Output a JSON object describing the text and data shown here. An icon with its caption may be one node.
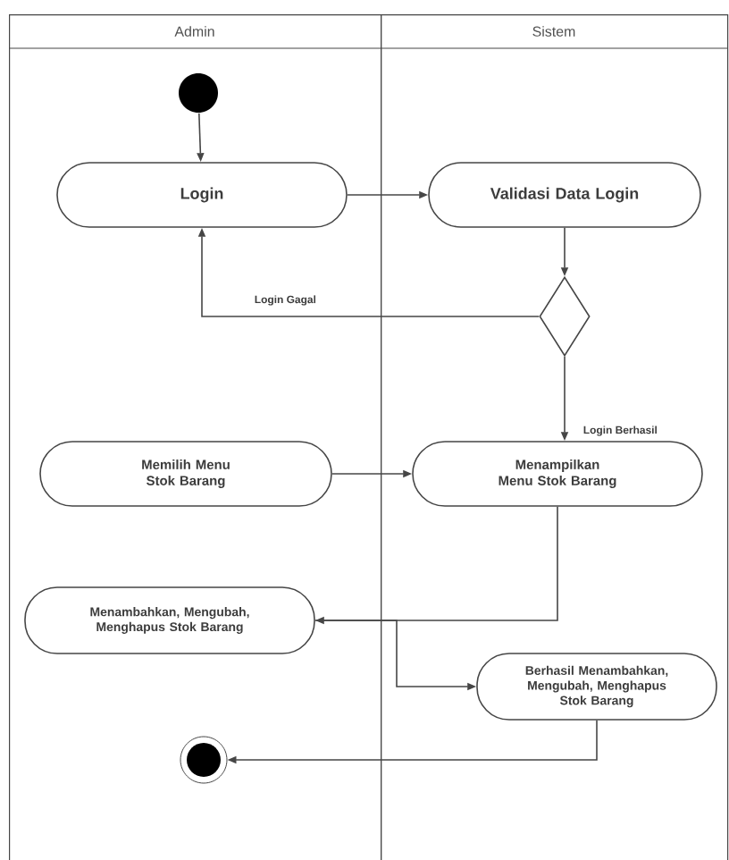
{
  "diagram": {
    "nodes": [
      {
        "text": [
          "Admin"
        ]
      },
      {
        "text": [
          "Sistem"
        ]
      },
      {
        "text": [],
        "shape": "circle",
        "in": 0
      },
      {
        "text": [
          "Login"
        ],
        "in": 0
      },
      {
        "text": [
          "Validasi Data Login"
        ],
        "in": 1
      },
      {
        "text": [],
        "shape": "diamond",
        "in": 1
      },
      {
        "text": [
          "Memilih Menu Stok Barang"
        ],
        "in": 0
      },
      {
        "text": [
          "Menampilkan Menu Stok Barang"
        ],
        "in": 1
      },
      {
        "text": [
          "Menambahkan, Mengubah, Menghapus Stok Barang"
        ],
        "in": 0
      },
      {
        "text": [
          "Berhasil Menambahkan, Mengubah, Menghapus Stok Barang"
        ],
        "in": 1
      },
      {
        "text": [],
        "shape": "circle",
        "in": 0
      }
    ],
    "edges": [
      {
        "from": 2,
        "to": 3,
        "arrow": "to"
      },
      {
        "from": 3,
        "to": 4,
        "arrow": "to"
      },
      {
        "from": 4,
        "to": 5,
        "arrow": "to"
      },
      {
        "from": 5,
        "to": 3,
        "arrow": "to",
        "label": "Login Gagal"
      },
      {
        "from": 5,
        "to": 7,
        "arrow": "to",
        "label": "Login Berhasil"
      },
      {
        "from": 6,
        "to": 7,
        "arrow": "to"
      },
      {
        "from": 7,
        "to": 8,
        "arrow": "to"
      },
      {
        "from": 8,
        "to": 9,
        "arrow": "to"
      },
      {
        "from": 9,
        "to": 10,
        "arrow": "to"
      }
    ]
  }
}
